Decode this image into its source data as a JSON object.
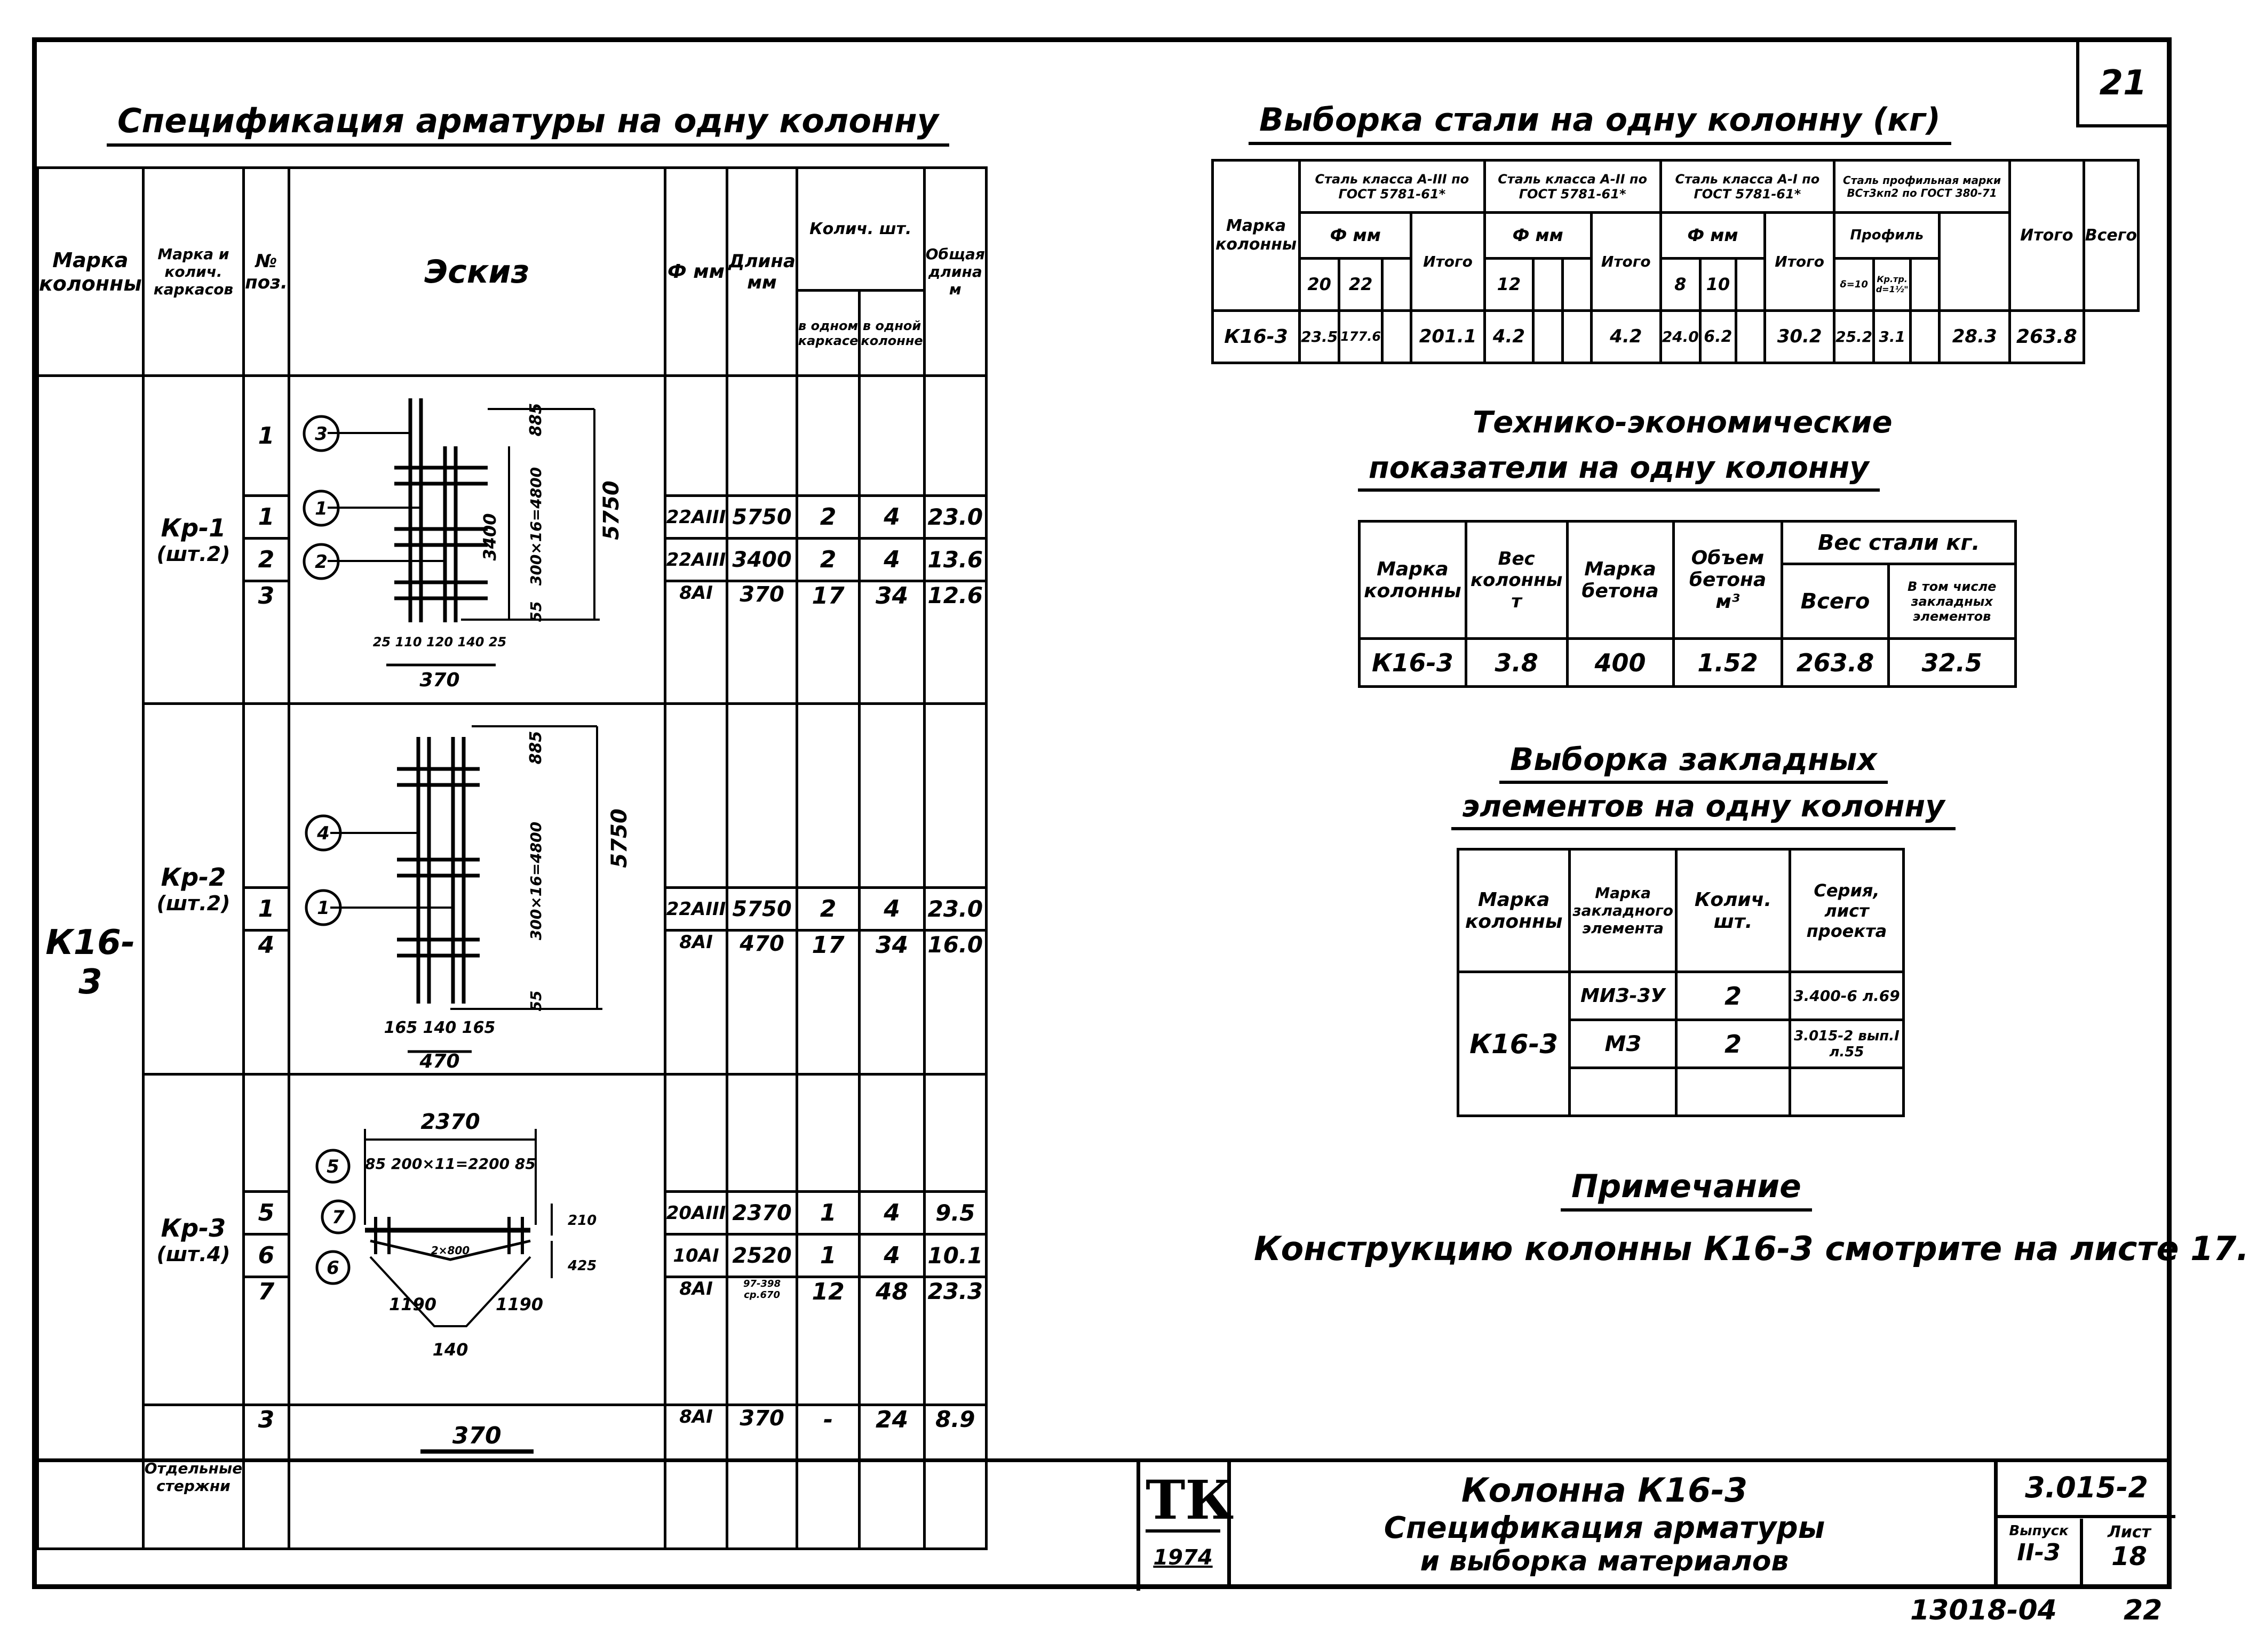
{
  "page_number": "21",
  "spec": {
    "title": "Спецификация арматуры на одну колонну",
    "headers": {
      "col_mark": "Марка колонны",
      "frame_mark": "Марка и колич. каркасов",
      "pos": "№ поз.",
      "sketch": "Эскиз",
      "diam": "Ф мм",
      "length": "Длина мм",
      "qty": "Колич. шт.",
      "qty_frame": "в одном каркасе",
      "qty_column": "в одной колонне",
      "total_len": "Общая длина м"
    },
    "column_mark": "К16-3",
    "groups": [
      {
        "frame": "Кр-1",
        "count": "(шт.2)",
        "rows": [
          {
            "pos": "1",
            "diam": "22АIII",
            "len": "5750",
            "q1": "2",
            "q2": "4",
            "total": "23.0"
          },
          {
            "pos": "2",
            "diam": "22АIII",
            "len": "3400",
            "q1": "2",
            "q2": "4",
            "total": "13.6"
          },
          {
            "pos": "3",
            "diam": "8АI",
            "len": "370",
            "q1": "17",
            "q2": "34",
            "total": "12.6"
          }
        ],
        "sketch": {
          "dims": [
            "5750",
            "3400",
            "300×16=4800",
            "885",
            "55",
            "370"
          ],
          "bottom": "25 110 120 140 25",
          "callouts": [
            "3",
            "1",
            "2"
          ]
        }
      },
      {
        "frame": "Кр-2",
        "count": "(шт.2)",
        "rows": [
          {
            "pos": "1",
            "diam": "22АIII",
            "len": "5750",
            "q1": "2",
            "q2": "4",
            "total": "23.0"
          },
          {
            "pos": "4",
            "diam": "8АI",
            "len": "470",
            "q1": "17",
            "q2": "34",
            "total": "16.0"
          }
        ],
        "sketch": {
          "dims": [
            "5750",
            "300×16=4800",
            "885",
            "55"
          ],
          "bottom": "165 140 165",
          "width": "470",
          "callouts": [
            "4",
            "1"
          ]
        }
      },
      {
        "frame": "Кр-3",
        "count": "(шт.4)",
        "rows": [
          {
            "pos": "5",
            "diam": "20АIII",
            "len": "2370",
            "q1": "1",
            "q2": "4",
            "total": "9.5"
          },
          {
            "pos": "6",
            "diam": "10АI",
            "len": "2520",
            "q1": "1",
            "q2": "4",
            "total": "10.1"
          },
          {
            "pos": "7",
            "diam": "8АI",
            "len": "97-398 ср.670",
            "q1": "12",
            "q2": "48",
            "total": "23.3"
          }
        ],
        "sketch": {
          "top": "2370",
          "spacing": "85 200×11=2200 85",
          "legs": [
            "1190",
            "140",
            "1190"
          ],
          "h1": "210",
          "h2": "425",
          "mid": "2×800",
          "callouts": [
            "5",
            "7",
            "6"
          ]
        }
      },
      {
        "frame": "Отдельные стержни",
        "count": "",
        "rows": [
          {
            "pos": "3",
            "diam": "8АI",
            "len": "370",
            "q1": "-",
            "q2": "24",
            "total": "8.9"
          }
        ],
        "sketch": {
          "bar": "370"
        }
      }
    ]
  },
  "steel": {
    "title": "Выборка стали на одну колонну (кг)",
    "headers": {
      "mark": "Марка колонны",
      "a3": "Сталь класса А-III по ГОСТ 5781-61*",
      "a2": "Сталь класса А-II по ГОСТ 5781-61*",
      "a1": "Сталь класса А-I по ГОСТ 5781-61*",
      "prof": "Сталь профильная марки ВСт3кп2 по ГОСТ 380-71",
      "dmm": "Ф мм",
      "profile": "Профиль",
      "itogo": "Итого",
      "vsego": "Всего",
      "d20": "20",
      "d22": "22",
      "d12": "12",
      "d8": "8",
      "d10": "10",
      "p1": "δ=10",
      "p2": "Кр.тр. d=1½\""
    },
    "row": {
      "mark": "К16-3",
      "a3_20": "23.5",
      "a3_22": "177.6",
      "a3_total": "201.1",
      "a2_12": "4.2",
      "a2_total": "4.2",
      "a1_8": "24.0",
      "a1_10": "6.2",
      "a1_total": "30.2",
      "p1": "25.2",
      "p2": "3.1",
      "p_total": "28.3",
      "all": "263.8"
    }
  },
  "tech": {
    "title1": "Технико-экономические",
    "title2": "показатели на одну колонну",
    "headers": {
      "mark": "Марка колонны",
      "weight": "Вес колонны т",
      "concrete": "Марка бетона",
      "volume": "Объем бетона м³",
      "steel": "Вес стали кг.",
      "total": "Всего",
      "embed": "В том числе закладных элементов"
    },
    "row": {
      "mark": "К16-3",
      "weight": "3.8",
      "concrete": "400",
      "volume": "1.52",
      "total": "263.8",
      "embed": "32.5"
    }
  },
  "embed": {
    "title1": "Выборка закладных",
    "title2": "элементов на одну колонну",
    "headers": {
      "mark": "Марка колонны",
      "emark": "Марка закладного элемента",
      "qty": "Колич. шт.",
      "series": "Серия, лист проекта"
    },
    "mark": "К16-3",
    "rows": [
      {
        "emark": "МИЗ-3У",
        "qty": "2",
        "series": "3.400-6 л.69"
      },
      {
        "emark": "МЗ",
        "qty": "2",
        "series": "3.015-2 вып.I л.55"
      }
    ]
  },
  "note": {
    "title": "Примечание",
    "text": "Конструкцию колонны К16-3 смотрите на листе 17."
  },
  "stamp": {
    "logo": "ТК",
    "year": "1974",
    "line1": "Колонна К16-3",
    "line2": "Спецификация арматуры",
    "line3": "и выборка материалов",
    "code": "3.015-2",
    "issue_label": "Выпуск",
    "issue": "II-3",
    "sheet_label": "Лист",
    "sheet": "18"
  },
  "footer": {
    "number": "13018-04",
    "page": "22"
  }
}
